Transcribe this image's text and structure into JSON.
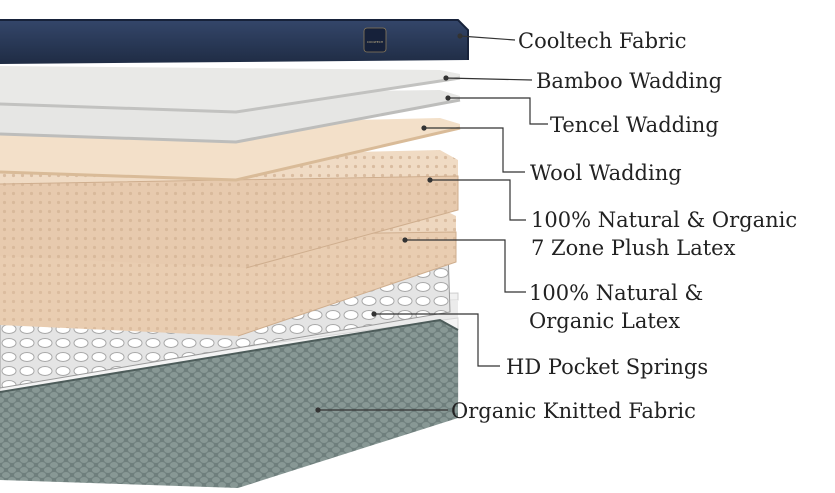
{
  "colors": {
    "navy": "#2a3a55",
    "wadding": "#e7e7e5",
    "wool": "#efd9bd",
    "latex": "#e8ccb0",
    "springs": "#d4d4d4",
    "knit": "#6a7a78",
    "leader": "#333333"
  },
  "logo": {
    "text": "COOLTECH"
  },
  "layers": [
    {
      "id": "cooltech",
      "lines": [
        "Cooltech Fabric"
      ]
    },
    {
      "id": "bamboo",
      "lines": [
        "Bamboo Wadding"
      ]
    },
    {
      "id": "tencel",
      "lines": [
        "Tencel Wadding"
      ]
    },
    {
      "id": "wool",
      "lines": [
        "Wool Wadding"
      ]
    },
    {
      "id": "zone-latex",
      "lines": [
        "100% Natural & Organic",
        "7 Zone Plush Latex"
      ]
    },
    {
      "id": "latex",
      "lines": [
        "100% Natural &",
        "Organic Latex"
      ]
    },
    {
      "id": "springs",
      "lines": [
        "HD Pocket Springs"
      ]
    },
    {
      "id": "knit",
      "lines": [
        "Organic Knitted Fabric"
      ]
    }
  ]
}
